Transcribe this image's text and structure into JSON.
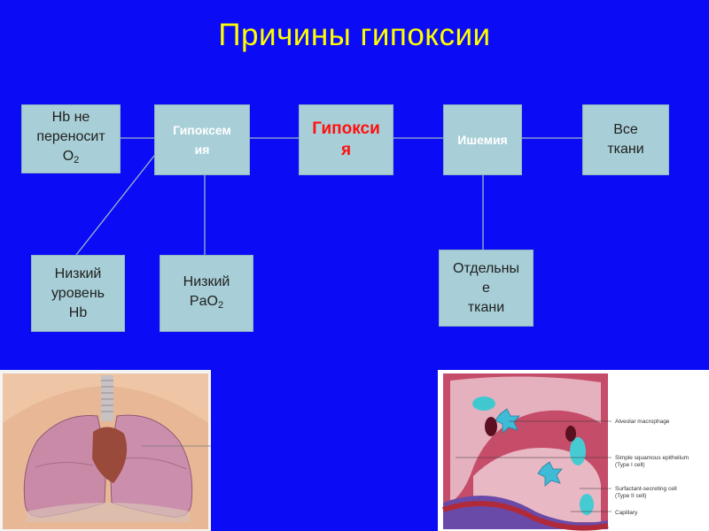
{
  "title": "Причины гипоксии",
  "boxes": {
    "hb_no_transfer": {
      "text": "Hb не\nпереносит\nO",
      "sub": "2"
    },
    "hypoxemia": {
      "text": "Гипоксем\nия"
    },
    "hypoxia": {
      "text": "Гипокси\nя"
    },
    "ischemia": {
      "text": "Ишемия"
    },
    "all_tissues": {
      "text": "Все\nткани"
    },
    "low_hb": {
      "text": "Низкий\nуровень\nHb"
    },
    "low_pao2": {
      "text": "Низкий\nPaO",
      "sub": "2"
    },
    "separate_tissues": {
      "text": "Отдельны\nе\nткани"
    }
  },
  "alveoli_labels": {
    "macrophage": "Alveolar macrophage",
    "squamous_1": "Simple squamous epithelium",
    "squamous_2": "(Type I cell)",
    "surfactant_1": "Surfactant-secreting cell",
    "surfactant_2": "(Type II cell)",
    "capillary": "Capillary"
  },
  "colors": {
    "background": "#0b0bf5",
    "title": "#ffff00",
    "box": "#a8cfd7",
    "hypoxia_text": "#ff1010",
    "connector": "#9fb8c8"
  }
}
